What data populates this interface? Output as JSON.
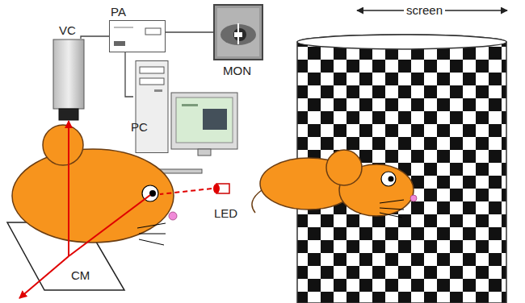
{
  "diagram": {
    "nodes": [
      {
        "text": [
          "PA"
        ]
      },
      {
        "text": [
          "VC"
        ]
      },
      {
        "text": [
          "MON"
        ]
      },
      {
        "text": [
          "PC"
        ]
      },
      {
        "text": [
          "LED"
        ]
      },
      {
        "text": [
          "CM"
        ]
      },
      {
        "text": [
          "screen"
        ]
      }
    ],
    "edges": [
      {
        "from": 0,
        "to": 1,
        "arrow": "none"
      },
      {
        "from": 0,
        "to": 2,
        "arrow": "none"
      },
      {
        "from": 0,
        "to": 3,
        "arrow": "none"
      },
      {
        "from": 5,
        "to": 1,
        "arrow": "to"
      }
    ]
  }
}
